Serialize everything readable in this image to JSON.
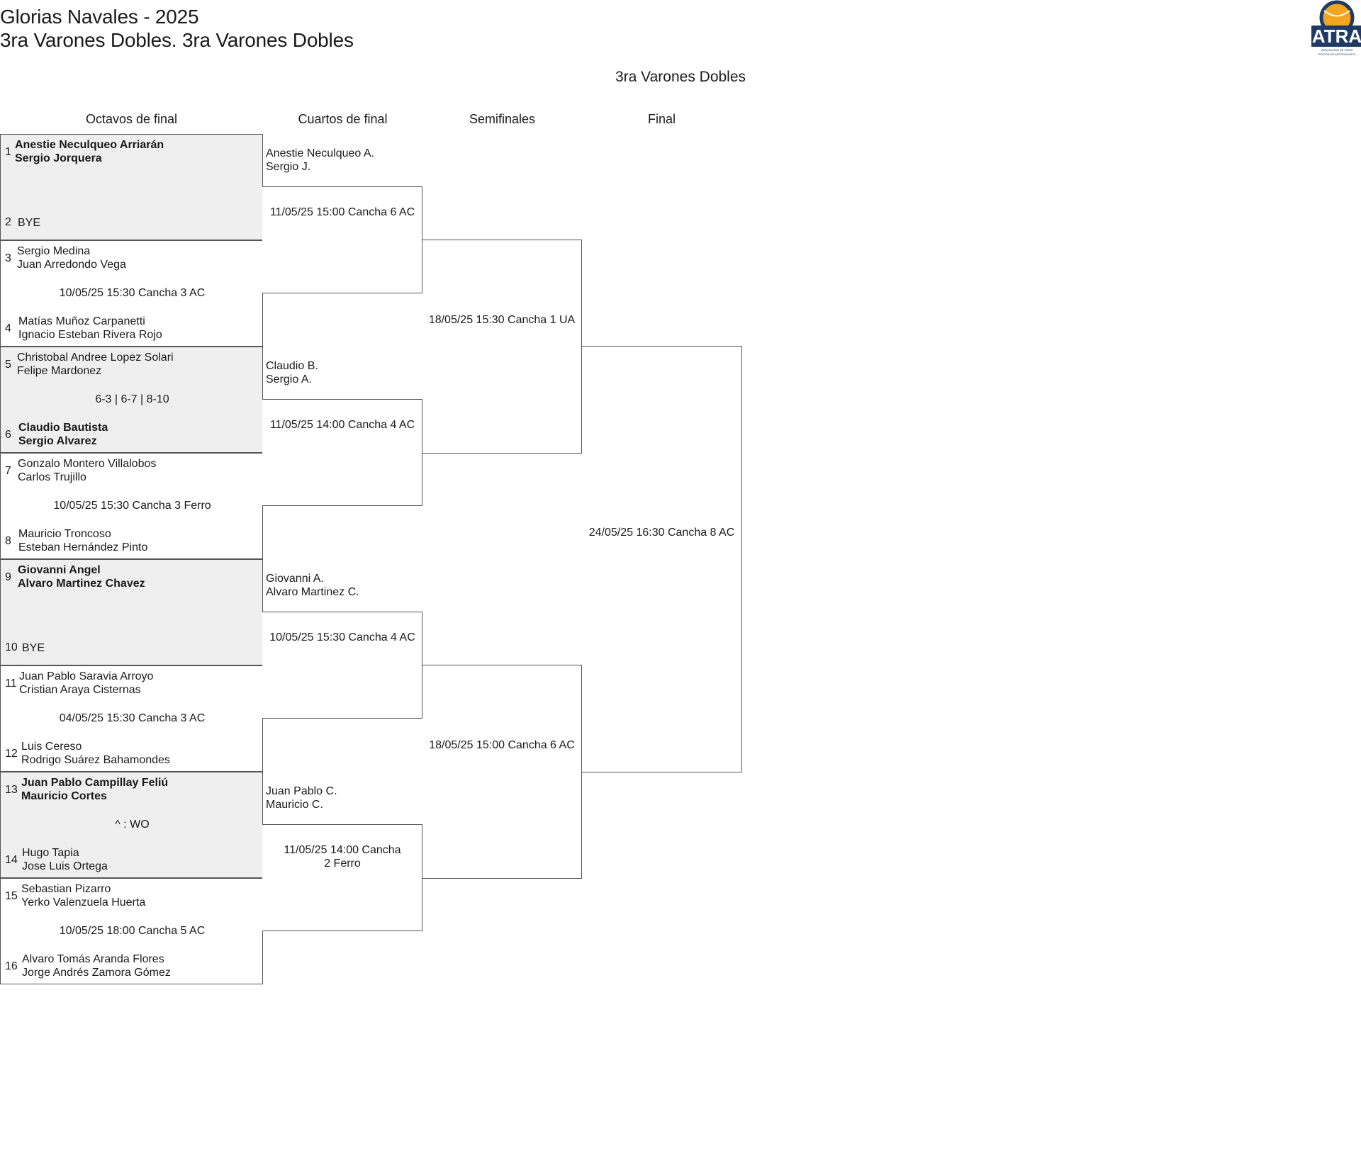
{
  "header": {
    "tournament": "Glorias Navales - 2025",
    "category": "3ra Varones Dobles. 3ra Varones Dobles",
    "draw_title": "3ra Varones Dobles"
  },
  "logo": {
    "text": "ATRA",
    "subtext": "ASOCIACIÓN DE TENIS REGIÓN DE ANTOFAGASTA",
    "colors": {
      "navy": "#1f3a63",
      "orange": "#f2a51f"
    }
  },
  "rounds": [
    "Octavos de final",
    "Cuartos de final",
    "Semifinales",
    "Final"
  ],
  "r1": [
    {
      "s1": "1",
      "p1a": "Anestie Neculqueo Arriarán",
      "p1b": "Sergio Jorquera",
      "info": "",
      "s2": "2",
      "p2a": "BYE",
      "p2b": ""
    },
    {
      "s1": "3",
      "p1a": "Sergio Medina",
      "p1b": "Juan Arredondo Vega",
      "info": "10/05/25 15:30 Cancha 3 AC",
      "s2": "4",
      "p2a": "Matías Muñoz Carpanetti",
      "p2b": "Ignacio Esteban Rivera Rojo"
    },
    {
      "s1": "5",
      "p1a": "Christobal Andree Lopez Solari",
      "p1b": "Felipe Mardonez",
      "info": "6-3 | 6-7 | 8-10",
      "s2": "6",
      "p2a": "Claudio Bautista",
      "p2b": "Sergio Alvarez"
    },
    {
      "s1": "7",
      "p1a": "Gonzalo Montero Villalobos",
      "p1b": "Carlos Trujillo",
      "info": "10/05/25 15:30 Cancha 3 Ferro",
      "s2": "8",
      "p2a": "Mauricio Troncoso",
      "p2b": "Esteban Hernández Pinto"
    },
    {
      "s1": "9",
      "p1a": "Giovanni Angel",
      "p1b": "Alvaro Martinez Chavez",
      "info": "",
      "s2": "10",
      "p2a": "BYE",
      "p2b": ""
    },
    {
      "s1": "11",
      "p1a": "Juan Pablo Saravia Arroyo",
      "p1b": "Cristian Araya Cisternas",
      "info": "04/05/25 15:30 Cancha 3 AC",
      "s2": "12",
      "p2a": "Luis Cereso",
      "p2b": "Rodrigo Suárez Bahamondes"
    },
    {
      "s1": "13",
      "p1a": "Juan Pablo Campillay Feliú",
      "p1b": "Mauricio Cortes",
      "info": "^ : WO",
      "s2": "14",
      "p2a": "Hugo Tapia",
      "p2b": "Jose Luis Ortega"
    },
    {
      "s1": "15",
      "p1a": "Sebastian Pizarro",
      "p1b": "Yerko Valenzuela Huerta",
      "info": "10/05/25 18:00 Cancha 5 AC",
      "s2": "16",
      "p2a": "Alvaro Tomás Aranda Flores",
      "p2b": "Jorge Andrés Zamora Gómez"
    }
  ],
  "r2": [
    {
      "a": "Anestie Neculqueo A.",
      "b": "Sergio J.",
      "info": "11/05/25 15:00 Cancha 6 AC"
    },
    {
      "a": "Claudio B.",
      "b": "Sergio A.",
      "info": "11/05/25 14:00 Cancha 4 AC"
    },
    {
      "a": "Giovanni A.",
      "b": "Alvaro Martinez C.",
      "info": "10/05/25 15:30 Cancha 4 AC"
    },
    {
      "a": "Juan Pablo C.",
      "b": "Mauricio C.",
      "info": "11/05/25 14:00 Cancha 2 Ferro"
    }
  ],
  "r3": [
    {
      "info": "18/05/25 15:30 Cancha 1 UA"
    },
    {
      "info": "18/05/25 15:00 Cancha 6 AC"
    }
  ],
  "final": {
    "info": "24/05/25 16:30 Cancha 8 AC"
  }
}
